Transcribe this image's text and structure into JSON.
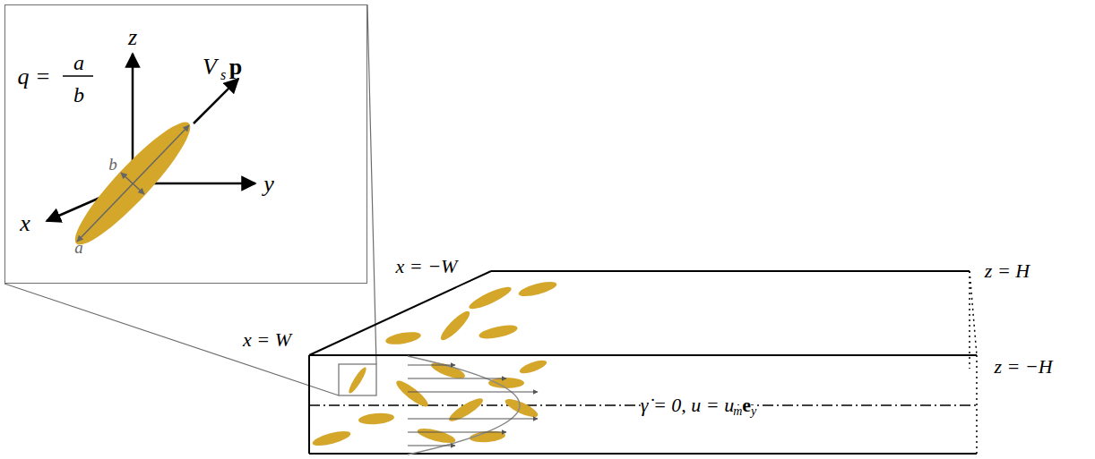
{
  "diagram": {
    "nodes": [
      {
        "text": [
          "q =",
          "a",
          "b",
          "z",
          "y",
          "x",
          "b",
          "a",
          "V",
          "s",
          "p"
        ]
      }
    ],
    "labels": [
      "x = −W",
      "x = W",
      "z = H",
      "z = −H",
      "γ̇ = 0, u = u",
      "m",
      "e",
      "y"
    ]
  }
}
